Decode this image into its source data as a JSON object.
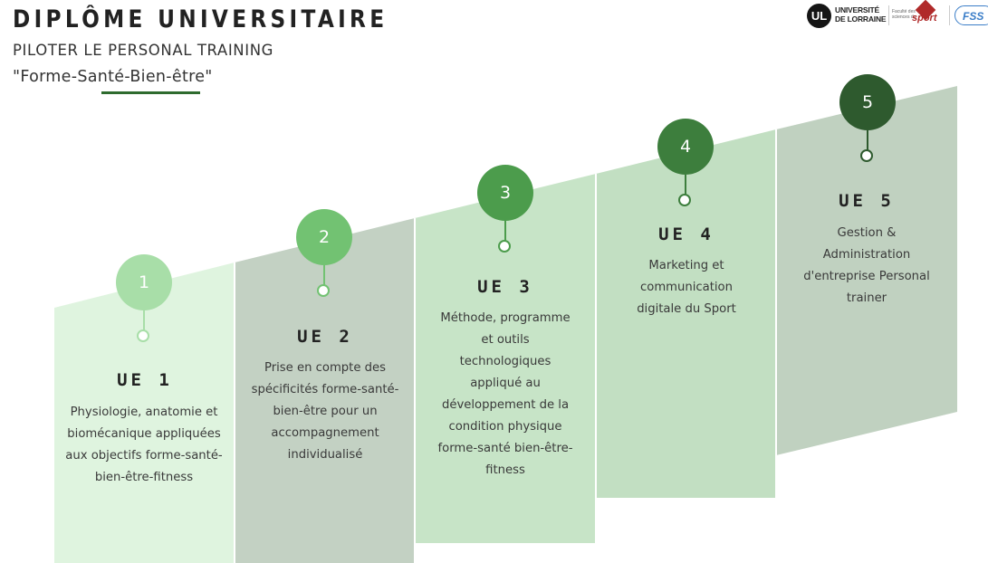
{
  "header": {
    "title": "DIPLÔME UNIVERSITAIRE",
    "subtitle": "PILOTER LE PERSONAL TRAINING",
    "quote": "\"Forme-Santé-Bien-être\""
  },
  "logos": {
    "ul_mark": "UL",
    "ul_line1": "UNIVERSITÉ",
    "ul_line2": "DE LORRAINE",
    "sport_small": "Faculté des sciences du",
    "sport_word": "sport",
    "fss": "FSS"
  },
  "colors": {
    "panel_1": "#dff4df",
    "panel_2": "#c3d1c3",
    "panel_3": "#c7e4c7",
    "panel_4": "#c2dfc2",
    "panel_5": "#c0d1c0",
    "node_1": "#a8dea8",
    "node_2": "#72c272",
    "node_3": "#4c9c4c",
    "node_4": "#3d7e3d",
    "node_5": "#2e5a2e"
  },
  "units": [
    {
      "number": "1",
      "label": "UE 1",
      "description": [
        "Physiologie, anatomie et",
        "biomécanique appliquées",
        "aux objectifs forme-santé-",
        "bien-être-fitness"
      ]
    },
    {
      "number": "2",
      "label": "UE 2",
      "description": [
        "Prise en compte des",
        "spécificités forme-santé-",
        "bien-être pour un",
        "accompagnement",
        "individualisé"
      ]
    },
    {
      "number": "3",
      "label": "UE 3",
      "description": [
        "Méthode, programme",
        "et outils",
        "technologiques",
        "appliqué au",
        "développement de la",
        "condition physique",
        "forme-santé bien-être-",
        "fitness"
      ]
    },
    {
      "number": "4",
      "label": "UE 4",
      "description": [
        "Marketing et",
        "communication",
        "digitale du Sport"
      ]
    },
    {
      "number": "5",
      "label": "UE 5",
      "description": [
        "Gestion &",
        "Administration",
        "d'entreprise Personal",
        "trainer"
      ]
    }
  ]
}
